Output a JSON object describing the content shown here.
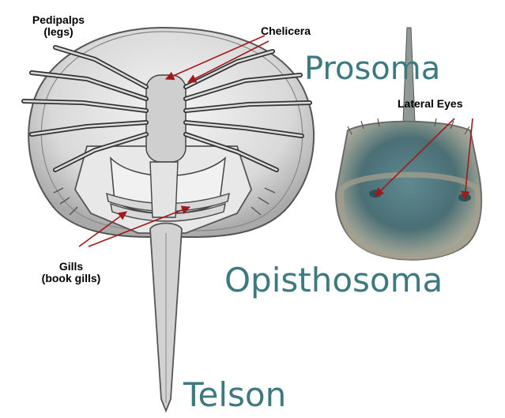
{
  "labels": {
    "pedipalps": "Pedipalps",
    "pedipalps_sub": "(legs)",
    "chelicera": "Chelicera",
    "lateral_eyes": "Lateral Eyes",
    "gills": "Gills",
    "gills_sub": "(book gills)"
  },
  "regions": {
    "prosoma": "Prosoma",
    "opisthosoma": "Opisthosoma",
    "telson": "Telson"
  },
  "colors": {
    "region_text": "#3d7a80",
    "arrow": "#a11a1a",
    "label_text": "#000000"
  }
}
